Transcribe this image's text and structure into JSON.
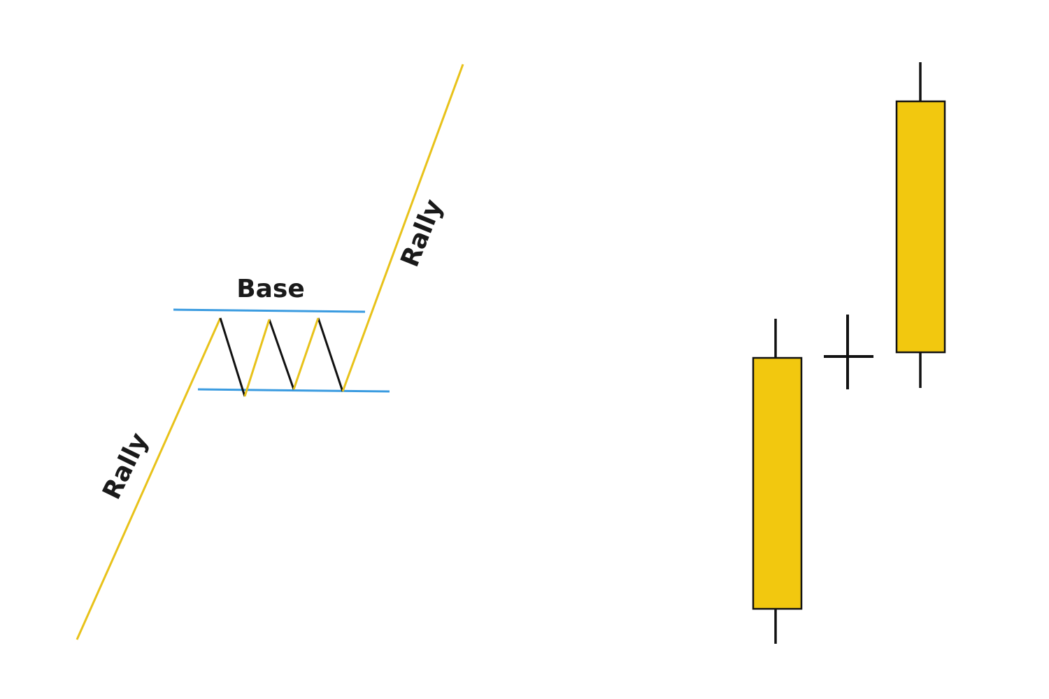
{
  "labels": {
    "rally_lower": "Rally",
    "base": "Base",
    "rally_upper": "Rally"
  },
  "candles": [
    {
      "role": "bullish",
      "shape": "tall-body"
    },
    {
      "role": "indecision",
      "shape": "doji"
    },
    {
      "role": "bullish",
      "shape": "tall-body"
    }
  ],
  "colors": {
    "rally_line": "#e8c21a",
    "zigzag_down": "#111111",
    "zone_line": "#3a9be0",
    "candle_body": "#f2c80f",
    "candle_outline": "#111111"
  }
}
